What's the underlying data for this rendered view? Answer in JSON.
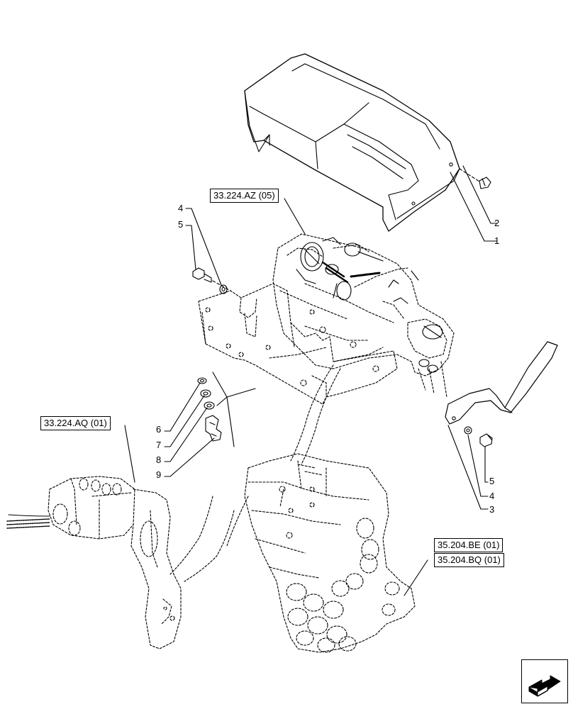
{
  "references": {
    "ref_az": "33.224.AZ (05)",
    "ref_aq": "33.224.AQ (01)",
    "ref_be": "35.204.BE (01)",
    "ref_bq": "35.204.BQ (01)"
  },
  "callouts": {
    "c1": "1",
    "c2": "2",
    "c3": "3",
    "c4a": "4",
    "c4b": "4",
    "c5a": "5",
    "c5b": "5",
    "c6": "6",
    "c7": "7",
    "c8": "8",
    "c9": "9"
  },
  "icons": {
    "corner": "next-page-arrow-icon"
  }
}
